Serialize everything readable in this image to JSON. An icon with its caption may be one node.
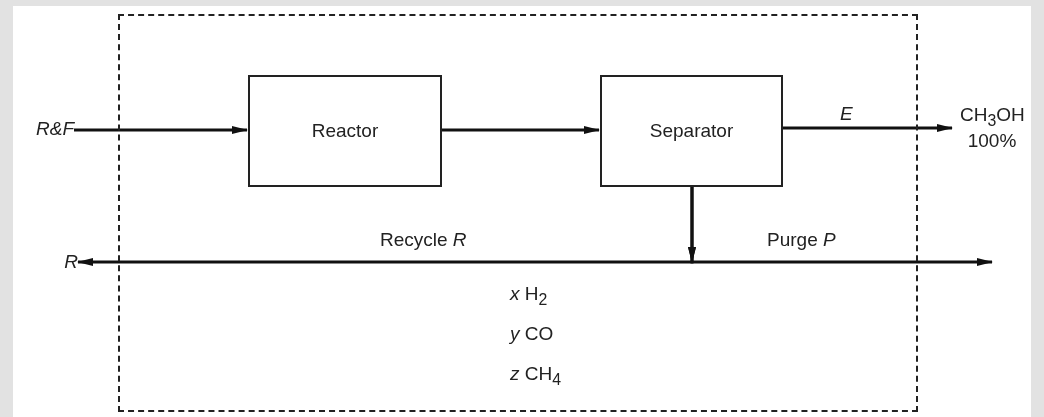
{
  "diagram": {
    "nodes": [
      {
        "text": [],
        "shape": "box"
      },
      {
        "text": [
          "Reactor"
        ],
        "in": 0
      },
      {
        "text": [
          "Separator"
        ],
        "in": 0
      },
      {
        "text": [
          "R&F"
        ]
      },
      {
        "text": [
          "CH$_{3}$OH 100%"
        ]
      },
      {
        "text": [
          "R"
        ]
      }
    ],
    "edges": [
      {
        "from": 3,
        "to": 1,
        "arrow": "to"
      },
      {
        "from": 1,
        "to": 2,
        "arrow": "to"
      },
      {
        "from": 2,
        "to": 4,
        "arrow": "to",
        "label": "E"
      },
      {
        "from": 2,
        "to": 5,
        "arrow": "to",
        "label": "Recycle *R*"
      },
      {
        "from": 2,
        "to": null,
        "arrow": "to",
        "label": "Purge *P*"
      }
    ],
    "labels": [
      "*x* H$_{2}$",
      "*y* CO",
      "*z* CH$_{4}$"
    ]
  }
}
